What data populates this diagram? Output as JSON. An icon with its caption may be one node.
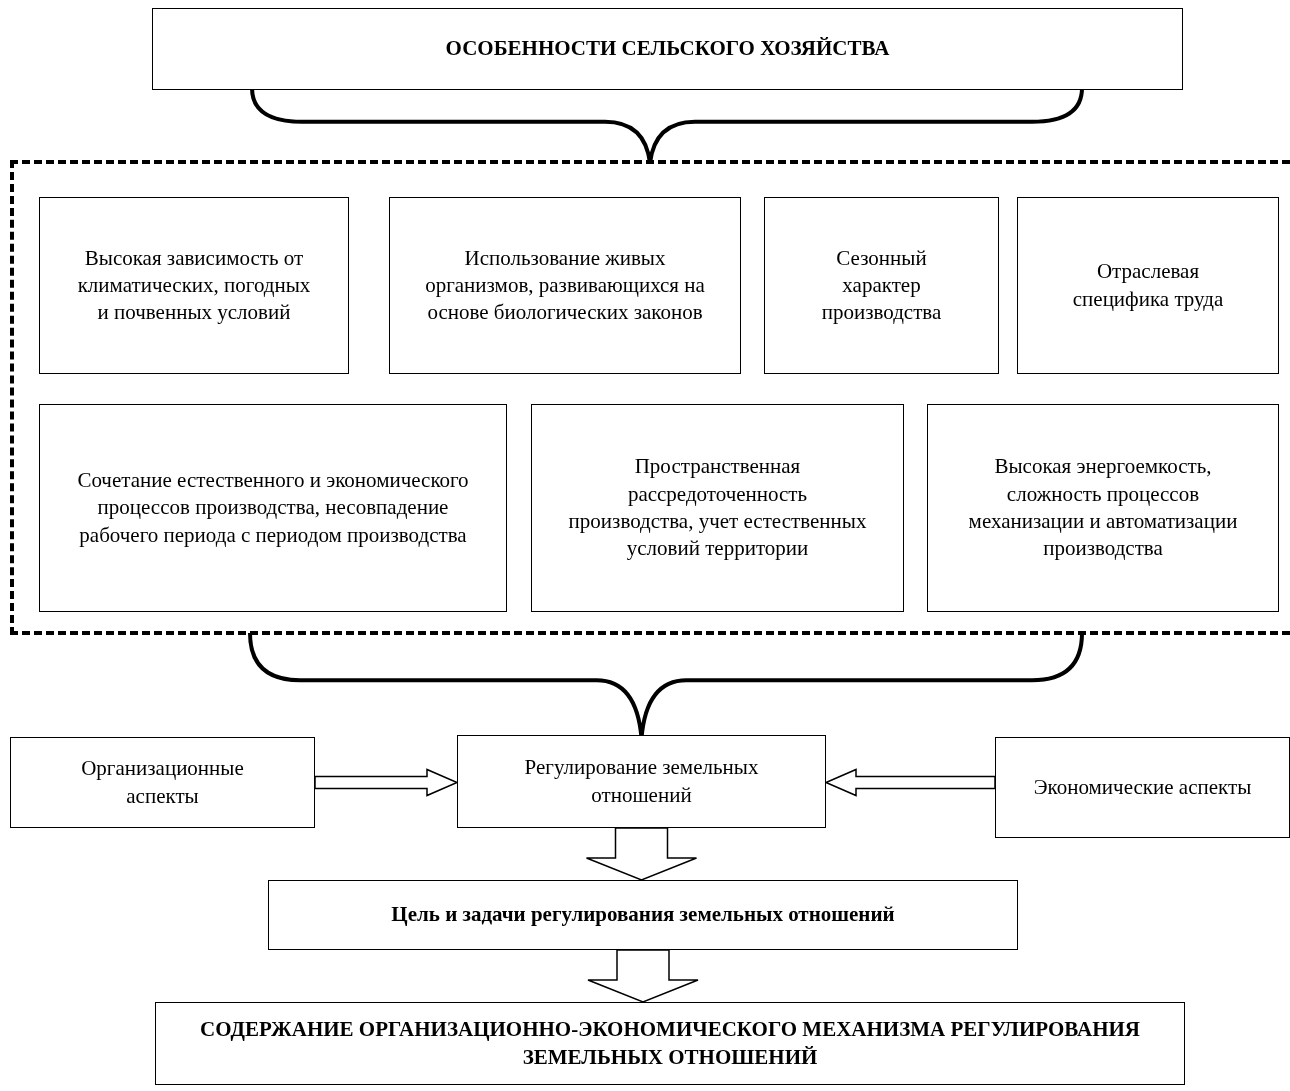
{
  "diagram": {
    "nodes": [
      {
        "text": [
          "ОСОБЕННОСТИ СЕЛЬСКОГО ХОЗЯЙСТВА"
        ]
      },
      {
        "text": [],
        "shape": "box"
      },
      {
        "text": [
          "Высокая зависимость от климатических, погодных и почвенных условий"
        ],
        "in": 1
      },
      {
        "text": [
          "Использование живых организмов, развивающихся на основе биологических законов"
        ],
        "in": 1
      },
      {
        "text": [
          "Сезонный характер производства"
        ],
        "in": 1
      },
      {
        "text": [
          "Отраслевая специфика труда"
        ],
        "in": 1
      },
      {
        "text": [
          "Сочетание естественного и экономического процессов производства, несовпадение рабочего периода с периодом производства"
        ],
        "in": 1
      },
      {
        "text": [
          "Пространственная рассредоточенность производства, учет естественных условий территории"
        ],
        "in": 1
      },
      {
        "text": [
          "Высокая энергоемкость, сложность процессов механизации и автоматизации производства"
        ],
        "in": 1
      },
      {
        "text": [
          "Организационные аспекты"
        ]
      },
      {
        "text": [
          "Регулирование земельных отношений"
        ]
      },
      {
        "text": [
          "Экономические аспекты"
        ]
      },
      {
        "text": [
          "Цель и задачи регулирования земельных отношений"
        ]
      },
      {
        "text": [
          "СОДЕРЖАНИЕ ОРГАНИЗАЦИОННО-ЭКОНОМИЧЕСКОГО МЕХАНИЗМА РЕГУЛИРОВАНИЯ ЗЕМЕЛЬНЫХ ОТНОШЕНИЙ"
        ]
      }
    ],
    "edges": [
      {
        "from": 0,
        "to": 1,
        "arrow": "none"
      },
      {
        "from": 1,
        "to": 10,
        "arrow": "none"
      },
      {
        "from": 9,
        "to": 10,
        "arrow": "to",
        "style": "thick"
      },
      {
        "from": 11,
        "to": 10,
        "arrow": "to",
        "style": "thick"
      },
      {
        "from": 10,
        "to": 12,
        "arrow": "to",
        "style": "thick"
      },
      {
        "from": 12,
        "to": 13,
        "arrow": "to",
        "style": "thick"
      }
    ]
  }
}
